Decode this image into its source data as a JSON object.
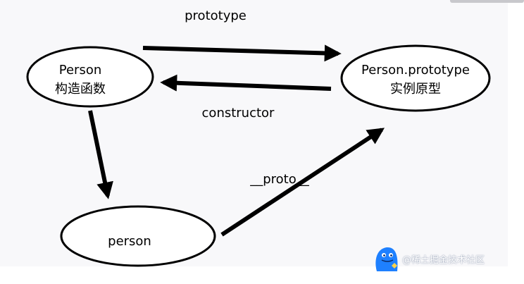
{
  "nodes": {
    "constructor_node": {
      "line1": "Person",
      "line2": "构造函数"
    },
    "prototype_node": {
      "line1": "Person.prototype",
      "line2": "实例原型"
    },
    "instance_node": {
      "line1": "person"
    }
  },
  "edges": {
    "prototype_label": "prototype",
    "constructor_label": "constructor",
    "proto_label": "__proto__"
  },
  "watermark": {
    "text": "@稀土掘金技术社区"
  },
  "colors": {
    "stroke": "#000000",
    "node_fill": "#ffffff",
    "background": "#f8f8fa",
    "watermark_icon": "#1e80ff"
  }
}
